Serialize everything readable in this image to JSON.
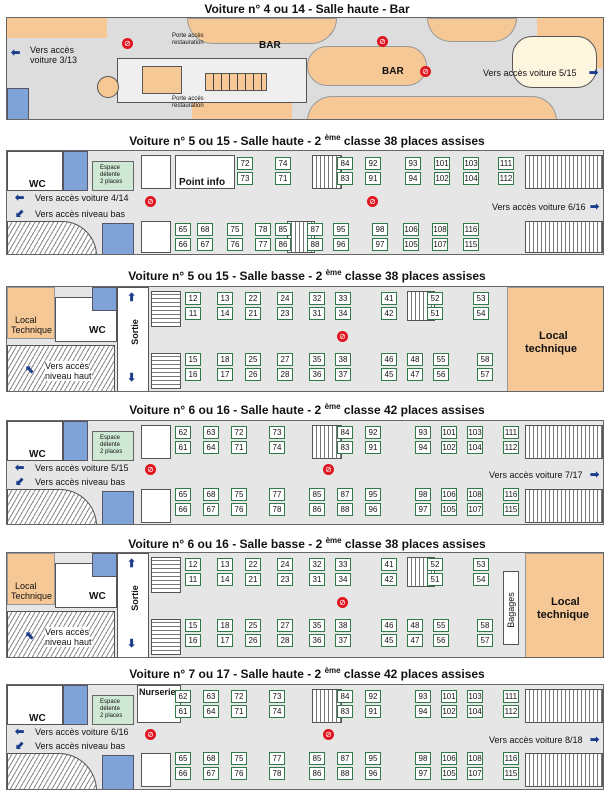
{
  "titles": {
    "t1": "Voiture n° 4 ou 14 - Salle haute - Bar",
    "t2a": "Voiture n° 5 ou 15 - Salle haute - 2 ",
    "t2b": "ème",
    "t2c": " classe 38 places assises",
    "t3a": "Voiture n° 5 ou 15 - Salle basse - 2 ",
    "t3b": "ème",
    "t3c": " classe 38 places assises",
    "t4a": "Voiture n° 6 ou 16 - Salle haute - 2 ",
    "t4b": "ème",
    "t4c": " classe 42 places assises",
    "t5a": "Voiture n° 6 ou 16 - Salle basse - 2 ",
    "t5b": "ème",
    "t5c": " classe 38 places assises",
    "t6a": "Voiture n° 7 ou 17 - Salle haute - 2 ",
    "t6b": "ème",
    "t6c": " classe 42 places assises"
  },
  "labels": {
    "bar1": "BAR",
    "bar2": "BAR",
    "porte_top": "Porte accès",
    "resto_top": "restauration",
    "porte_bot": "Porte accès",
    "resto_bot": "restauration",
    "vers_3_13": "Vers accès",
    "voiture_3_13": "voiture 3/13",
    "vers_5_15": "Vers accès voiture 5/15",
    "wc": "WC",
    "espace1": "Espace",
    "espace2": "détente",
    "espace3": "2 places",
    "point_info": "Point info",
    "vers_4_14": "Vers accès voiture 4/14",
    "niveau_bas": "Vers accès niveau bas",
    "vers_6_16": "Vers accès voiture 6/16",
    "vers_7_17": "Vers accès voiture 7/17",
    "vers_8_18": "Vers accès voiture 8/18",
    "local": "Local",
    "technique": "Technique",
    "local_b": "Local",
    "technique_b": "technique",
    "sortie": "Sortie",
    "niveau_haut1": "Vers accès",
    "niveau_haut2": "niveau haut",
    "bagages": "Bagages",
    "nurserie": "Nurserie"
  },
  "seats": {
    "car2_top": [
      [
        "72",
        "73"
      ],
      [
        "74",
        "71"
      ],
      [
        "84",
        "83"
      ],
      [
        "92",
        "91"
      ],
      [
        "93",
        "94"
      ],
      [
        "101",
        "102"
      ],
      [
        "103",
        "104"
      ],
      [
        "111",
        "112"
      ]
    ],
    "car2_bot": [
      [
        "65",
        "66"
      ],
      [
        "68",
        "67"
      ],
      [
        "75",
        "76"
      ],
      [
        "78",
        "77"
      ],
      [
        "85",
        "86"
      ],
      [
        "87",
        "88"
      ],
      [
        "95",
        "96"
      ],
      [
        "98",
        "97"
      ],
      [
        "106",
        "105"
      ],
      [
        "108",
        "107"
      ],
      [
        "116",
        "115"
      ]
    ],
    "car3_top": [
      [
        "12",
        "11"
      ],
      [
        "13",
        "14"
      ],
      [
        "22",
        "21"
      ],
      [
        "24",
        "23"
      ],
      [
        "32",
        "31"
      ],
      [
        "33",
        "34"
      ],
      [
        "41",
        "42"
      ],
      [
        "52",
        "51"
      ],
      [
        "53",
        "54"
      ]
    ],
    "car3_bot": [
      [
        "15",
        "16"
      ],
      [
        "18",
        "17"
      ],
      [
        "25",
        "26"
      ],
      [
        "27",
        "28"
      ],
      [
        "35",
        "36"
      ],
      [
        "38",
        "37"
      ],
      [
        "46",
        "45"
      ],
      [
        "48",
        "47"
      ],
      [
        "55",
        "56"
      ],
      [
        "58",
        "57"
      ]
    ],
    "car4_top": [
      [
        "62",
        "61"
      ],
      [
        "63",
        "64"
      ],
      [
        "72",
        "71"
      ],
      [
        "73",
        "74"
      ],
      [
        "84",
        "83"
      ],
      [
        "92",
        "91"
      ],
      [
        "93",
        "94"
      ],
      [
        "101",
        "102"
      ],
      [
        "103",
        "104"
      ],
      [
        "111",
        "112"
      ]
    ],
    "car4_bot": [
      [
        "65",
        "66"
      ],
      [
        "68",
        "67"
      ],
      [
        "75",
        "76"
      ],
      [
        "77",
        "78"
      ],
      [
        "85",
        "86"
      ],
      [
        "87",
        "88"
      ],
      [
        "95",
        "96"
      ],
      [
        "98",
        "97"
      ],
      [
        "106",
        "105"
      ],
      [
        "108",
        "107"
      ],
      [
        "116",
        "115"
      ]
    ],
    "car5_top": [
      [
        "12",
        "11"
      ],
      [
        "13",
        "14"
      ],
      [
        "22",
        "21"
      ],
      [
        "24",
        "23"
      ],
      [
        "32",
        "31"
      ],
      [
        "33",
        "34"
      ],
      [
        "41",
        "42"
      ],
      [
        "52",
        "51"
      ],
      [
        "53",
        "54"
      ]
    ],
    "car5_bot": [
      [
        "15",
        "16"
      ],
      [
        "18",
        "17"
      ],
      [
        "25",
        "26"
      ],
      [
        "27",
        "28"
      ],
      [
        "35",
        "36"
      ],
      [
        "38",
        "37"
      ],
      [
        "46",
        "45"
      ],
      [
        "48",
        "47"
      ],
      [
        "55",
        "56"
      ],
      [
        "58",
        "57"
      ]
    ],
    "car6_top": [
      [
        "62",
        "61"
      ],
      [
        "63",
        "64"
      ],
      [
        "72",
        "71"
      ],
      [
        "73",
        "74"
      ],
      [
        "84",
        "83"
      ],
      [
        "92",
        "91"
      ],
      [
        "93",
        "94"
      ],
      [
        "101",
        "102"
      ],
      [
        "103",
        "104"
      ],
      [
        "111",
        "112"
      ]
    ],
    "car6_bot": [
      [
        "65",
        "66"
      ],
      [
        "68",
        "67"
      ],
      [
        "75",
        "76"
      ],
      [
        "77",
        "78"
      ],
      [
        "85",
        "86"
      ],
      [
        "87",
        "88"
      ],
      [
        "95",
        "96"
      ],
      [
        "98",
        "97"
      ],
      [
        "106",
        "105"
      ],
      [
        "108",
        "107"
      ],
      [
        "116",
        "115"
      ]
    ]
  },
  "colors": {
    "peach": "#f6c896",
    "blue": "#7fa3d6",
    "green_seat": "#2f7a4a",
    "no_smoking": "#e0141e"
  }
}
